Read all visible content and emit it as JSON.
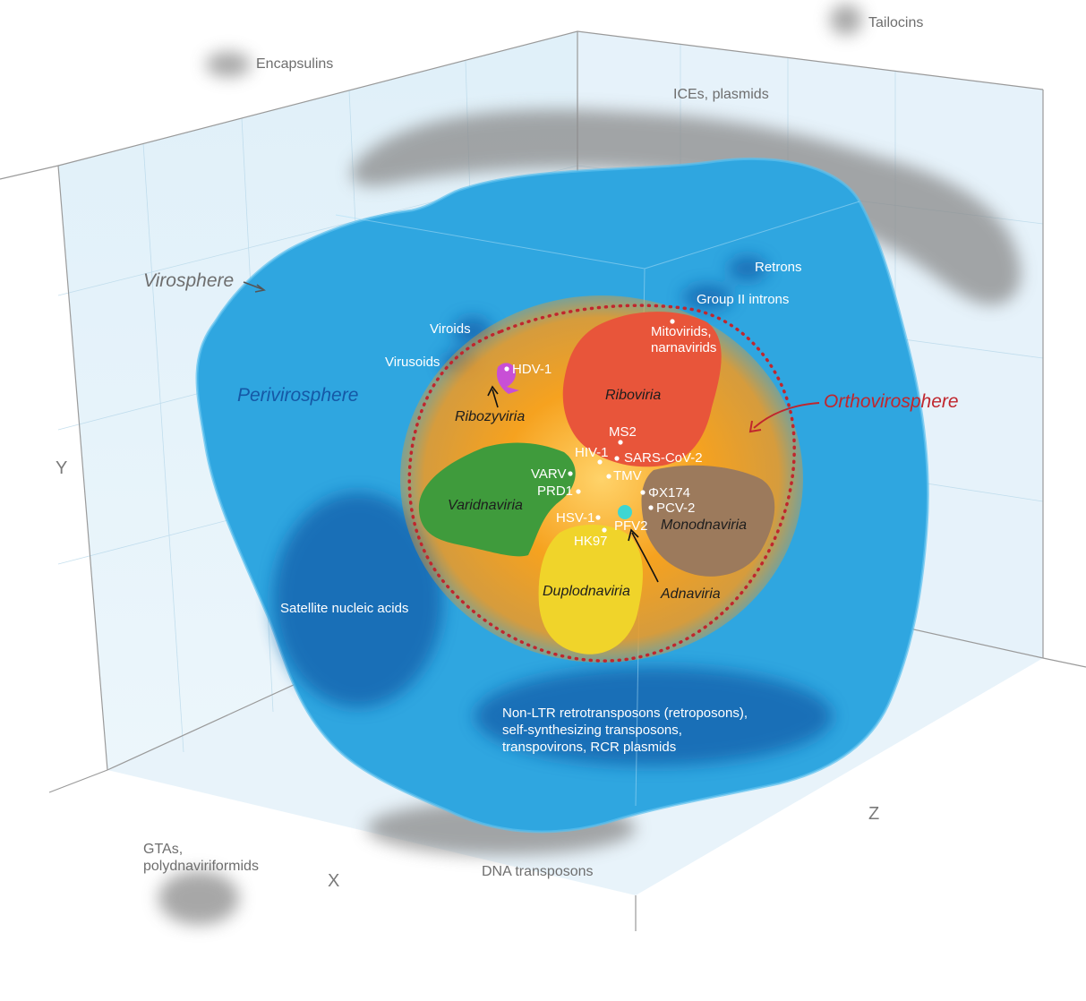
{
  "axes": {
    "x": "X",
    "y": "Y",
    "z": "Z"
  },
  "outer": {
    "virosphere": "Virosphere",
    "encapsulins": "Encapsulins",
    "tailocins": "Tailocins",
    "ices_plasmids": "ICEs, plasmids",
    "gtas": [
      "GTAs,",
      "polydnaviriformids"
    ],
    "dna_transposons": "DNA transposons"
  },
  "perivirosphere": {
    "title": "Perivirosphere",
    "retrons": "Retrons",
    "group2": "Group II introns",
    "viroids": "Viroids",
    "virusoids": "Virusoids",
    "satellite": "Satellite nucleic acids",
    "retro": [
      "Non-LTR retrotransposons (retroposons),",
      "self-synthesizing transposons,",
      "transpovirons, RCR plasmids"
    ]
  },
  "orthovirosphere": {
    "title": "Orthovirosphere",
    "mitovirids": [
      "Mitovirids,",
      "narnavirids"
    ]
  },
  "realms": {
    "riboviria": "Riboviria",
    "varidnaviria": "Varidnaviria",
    "monodnaviria": "Monodnaviria",
    "duplodnaviria": "Duplodnaviria",
    "ribozyviria": "Ribozyviria",
    "adnaviria": "Adnaviria"
  },
  "viruses": {
    "hdv1": "HDV-1",
    "ms2": "MS2",
    "hiv1": "HIV-1",
    "sarscov2": "SARS-CoV-2",
    "tmv": "TMV",
    "varv": "VARV",
    "prd1": "PRD1",
    "phix174": "ΦX174",
    "pcv2": "PCV-2",
    "hsv1": "HSV-1",
    "pfv2": "PFV2",
    "hk97": "HK97"
  },
  "colors": {
    "perivirosphere": "#2fa6e0",
    "perivirosphere_dark": "#1566b0",
    "orthovirosphere": "#f6a21f",
    "riboviria": "#e8553a",
    "varidnaviria": "#3f9b3c",
    "monodnaviria": "#9c7a5c",
    "duplodnaviria": "#f0d42a",
    "ribozyviria": "#c84fd6",
    "adnaviria": "#3ed6d2",
    "orthovirosphere_border": "#c0262d",
    "mobile_elements": "#8a8a8a"
  }
}
